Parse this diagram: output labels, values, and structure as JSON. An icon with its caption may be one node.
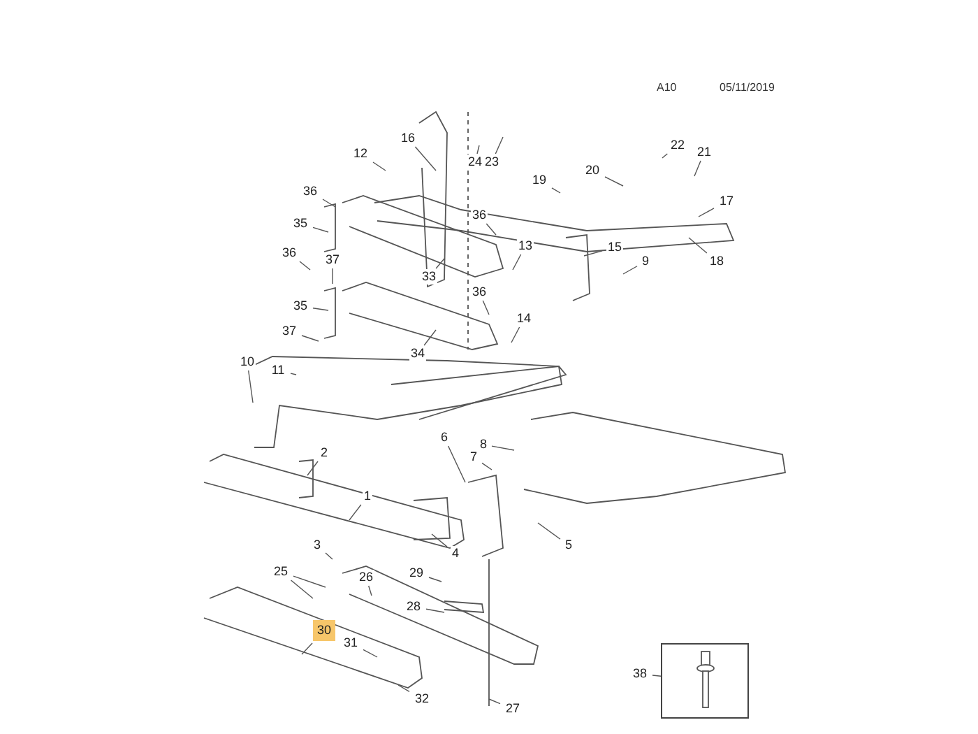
{
  "diagram": {
    "nodes": [
      {
        "text": [
          "16"
        ]
      },
      {
        "text": [
          "24"
        ]
      },
      {
        "text": [
          "23"
        ]
      },
      {
        "text": [
          "22"
        ]
      },
      {
        "text": [
          "21"
        ]
      },
      {
        "text": [
          "12"
        ]
      },
      {
        "text": [
          "20"
        ]
      },
      {
        "text": [
          "36"
        ]
      },
      {
        "text": [
          "19"
        ]
      },
      {
        "text": [
          "17"
        ]
      },
      {
        "text": [
          "35"
        ]
      },
      {
        "text": [
          "36"
        ]
      },
      {
        "text": [
          "13"
        ]
      },
      {
        "text": [
          "15"
        ]
      },
      {
        "text": [
          "36"
        ]
      },
      {
        "text": [
          "37"
        ]
      },
      {
        "text": [
          "9"
        ]
      },
      {
        "text": [
          "18"
        ]
      },
      {
        "text": [
          "33"
        ]
      },
      {
        "text": [
          "36"
        ]
      },
      {
        "text": [
          "35"
        ]
      },
      {
        "text": [
          "14"
        ]
      },
      {
        "text": [
          "37"
        ]
      },
      {
        "text": [
          "34"
        ]
      },
      {
        "text": [
          "10"
        ]
      },
      {
        "text": [
          "11"
        ]
      },
      {
        "text": [
          "6"
        ]
      },
      {
        "text": [
          "8"
        ]
      },
      {
        "text": [
          "7"
        ]
      },
      {
        "text": [
          "2"
        ]
      },
      {
        "text": [
          "1"
        ]
      },
      {
        "text": [
          "3"
        ]
      },
      {
        "text": [
          "5"
        ]
      },
      {
        "text": [
          "4"
        ]
      },
      {
        "text": [
          "25"
        ]
      },
      {
        "text": [
          "26"
        ]
      },
      {
        "text": [
          "29"
        ]
      },
      {
        "text": [
          "28"
        ]
      },
      {
        "text": [
          "30"
        ]
      },
      {
        "text": [
          "31"
        ]
      },
      {
        "text": [
          "32"
        ]
      },
      {
        "text": [
          "27"
        ]
      },
      {
        "text": [
          "38"
        ]
      },
      {
        "text": [],
        "shape": "picture"
      }
    ],
    "edges": [
      {
        "from": 0,
        "to": null,
        "arrow": "none"
      },
      {
        "from": 1,
        "to": null,
        "arrow": "none"
      },
      {
        "from": 2,
        "to": null,
        "arrow": "none"
      },
      {
        "from": 3,
        "to": null,
        "arrow": "none"
      },
      {
        "from": 4,
        "to": null,
        "arrow": "none"
      },
      {
        "from": 5,
        "to": null,
        "arrow": "none"
      },
      {
        "from": 6,
        "to": null,
        "arrow": "none"
      },
      {
        "from": 7,
        "to": null,
        "arrow": "none"
      },
      {
        "from": 8,
        "to": null,
        "arrow": "none"
      },
      {
        "from": 9,
        "to": null,
        "arrow": "none"
      },
      {
        "from": 10,
        "to": null,
        "arrow": "none"
      },
      {
        "from": 11,
        "to": null,
        "arrow": "none"
      },
      {
        "from": 12,
        "to": null,
        "arrow": "none"
      },
      {
        "from": 13,
        "to": null,
        "arrow": "none"
      },
      {
        "from": 14,
        "to": null,
        "arrow": "none"
      },
      {
        "from": 15,
        "to": null,
        "arrow": "none"
      },
      {
        "from": 16,
        "to": null,
        "arrow": "none"
      },
      {
        "from": 17,
        "to": null,
        "arrow": "none"
      },
      {
        "from": 18,
        "to": null,
        "arrow": "none"
      },
      {
        "from": 19,
        "to": null,
        "arrow": "none"
      },
      {
        "from": 20,
        "to": null,
        "arrow": "none"
      },
      {
        "from": 21,
        "to": null,
        "arrow": "none"
      },
      {
        "from": 22,
        "to": null,
        "arrow": "none"
      },
      {
        "from": 23,
        "to": null,
        "arrow": "none"
      },
      {
        "from": 24,
        "to": null,
        "arrow": "none"
      },
      {
        "from": 25,
        "to": null,
        "arrow": "none"
      },
      {
        "from": 26,
        "to": null,
        "arrow": "none"
      },
      {
        "from": 27,
        "to": null,
        "arrow": "none"
      },
      {
        "from": 28,
        "to": null,
        "arrow": "none"
      },
      {
        "from": 29,
        "to": null,
        "arrow": "none"
      },
      {
        "from": 30,
        "to": null,
        "arrow": "none"
      },
      {
        "from": 31,
        "to": null,
        "arrow": "none"
      },
      {
        "from": 32,
        "to": null,
        "arrow": "none"
      },
      {
        "from": 33,
        "to": null,
        "arrow": "none"
      },
      {
        "from": 34,
        "to": null,
        "arrow": "none"
      },
      {
        "from": 34,
        "to": null,
        "arrow": "none"
      },
      {
        "from": 35,
        "to": null,
        "arrow": "none"
      },
      {
        "from": 36,
        "to": null,
        "arrow": "none"
      },
      {
        "from": 37,
        "to": null,
        "arrow": "none"
      },
      {
        "from": 38,
        "to": null,
        "arrow": "none"
      },
      {
        "from": 39,
        "to": null,
        "arrow": "none"
      },
      {
        "from": 40,
        "to": null,
        "arrow": "none"
      },
      {
        "from": 41,
        "to": null,
        "arrow": "none"
      },
      {
        "from": 42,
        "to": 43,
        "arrow": "none"
      }
    ],
    "labels": [
      "A10",
      "05/11/2019"
    ]
  }
}
